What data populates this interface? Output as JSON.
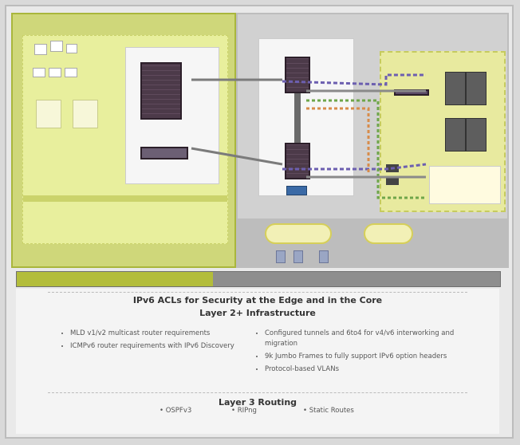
{
  "diagram": {
    "left_title": "",
    "right_title": "",
    "footer_label": "",
    "colors": {
      "lime": "#cfd77a",
      "gray": "#d1d1d1",
      "rack": "#4c3a49",
      "blue": "#6c5fb0",
      "green": "#6fa64a",
      "orange": "#d88c4a"
    }
  },
  "banner": {
    "left_text": "",
    "right_text": ""
  },
  "content": {
    "title": "IPv6 ACLs for Security at the Edge and in the Core",
    "layer2_heading": "Layer 2+ Infrastructure",
    "left_bullets": [
      "MLD v1/v2 multicast router requirements",
      "ICMPv6 router requirements with IPv6 Discovery"
    ],
    "right_bullets": [
      "Configured tunnels and 6to4 for v4/v6 interworking and migration",
      "9k Jumbo Frames to fully support IPv6 option headers",
      "Protocol-based VLANs"
    ],
    "layer3_heading": "Layer 3 Routing",
    "routing_items": [
      "OSPFv3",
      "RIPng",
      "Static Routes"
    ]
  }
}
